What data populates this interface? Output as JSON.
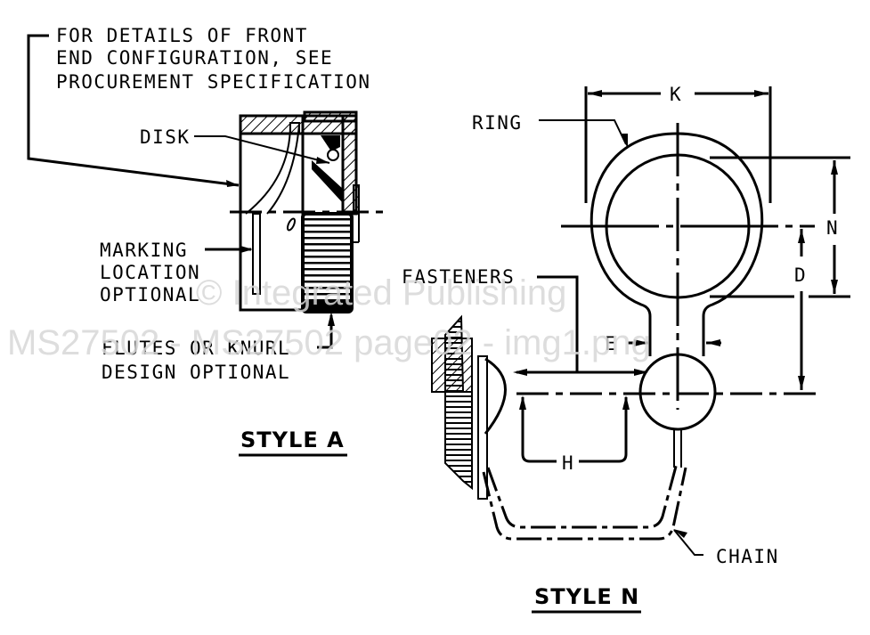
{
  "diagram": {
    "style_a": {
      "title": "STYLE A",
      "note_lines": [
        "FOR DETAILS OF FRONT",
        "END CONFIGURATION, SEE",
        "PROCUREMENT SPECIFICATION"
      ],
      "disk_label": "DISK",
      "marking_lines": [
        "MARKING",
        "LOCATION",
        "OPTIONAL"
      ],
      "flutes_lines": [
        "FLUTES OR KNURL",
        "DESIGN OPTIONAL"
      ]
    },
    "style_n": {
      "title": "STYLE N",
      "ring_label": "RING",
      "fasteners_label": "FASTENERS",
      "chain_label": "CHAIN",
      "dimensions": {
        "k": "K",
        "n": "N",
        "d": "D",
        "e": "E",
        "h": "H"
      }
    },
    "watermark": {
      "line1": "© Integrated Publishing",
      "line2": "MS27502 - MS27502 page02 - img1.png"
    }
  }
}
